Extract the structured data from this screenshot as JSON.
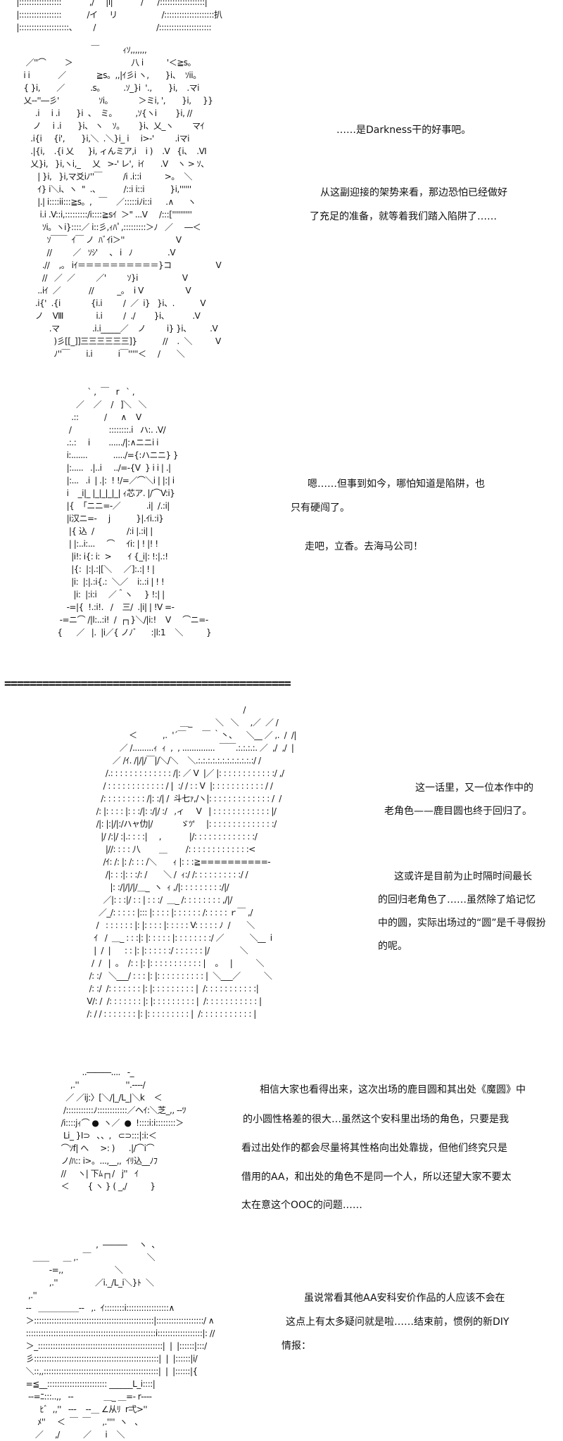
{
  "art_top": [
    " |:::::::::::::::::            ,/     |i|            /      /::::::::::::::::::|",
    " |:::::::::::::::::           /イ     リ                   /::::::::::::::::::::扒",
    " |::::::::::::::::::::、       /                          /:::::::::::::::::::::"
  ],
  "art_darkness": [
    "                              ￣          ｨｿ,,,,,,,",
    "  ／''⌒        ＞                         八 i          '＜≧s。",
    " i i            ／             ≧s。,,|ｲ彡i ヽ,       }i、  ｿii。",
    " { }i,       ／           .s。        .ｿ_}i  '.,       }i,    .マi",
    " 乂‐-''―彡'                 ｿi。           ＞ミi, ',       }i,     }}",
    "      .i     i .i       }i  、  ミ。        ,ｿ{ヽi        }i, //",
    "     ノ     i .i       }i、 ヽ    ｿ。      }i、乂_ヽ        マｲ",
    "    .i{i     {i',       }i,＼  .＼}i_ i     i>‐'         .iマi",
    "    .|{i,    .{i 乂      }i, ィんミア,i    i )    .V   {i、  .Ⅵ",
    "    乂}i,   }i,ヽi,_     乂   >‐' レ',  iｲ       .V    ヽ > ｿ、",
    "       | }i,   }i,マ爻iﾉ''￣         /i .i::i          >。  ＼",
    "       ｲ} i＼i、ヽ  \"  .、          /::i i::i           }i,''''''",
    "       |.| i::::ii:::≧s。,   ￣    ／:::::iﾉi::i      .∧      ヽ",
    "        i.i .V::i,:::::::::/i::::≧sｲ  ＞\" ...V     /:::[''''''''''",
    "         ｿi。ヽi}::::／ i::彡,ｨﾊﾟ,:::::::::＞ﾉ   ／     ―＜",
    "           ｿ￣￣  ｲ￣ ノ  ﾊﾞｲi＞''                      V",
    "           //         ／   ｿｼ'     、 i   ﾉ               .V",
    "         .//    ,。 iｲ＝＝＝＝＝＝＝＝＝＝}コ                   V",
    "         //   ／  ／         ／'         ｿ}i                   V",
    "       ..iｲ  ／            //          _。  i V                  V",
    "      .i{'  .{i             {i.i         /  ／  i}   }i、.           V",
    "      ノ    Ⅷ              i.i         /  ./        }i、          .V",
    "            .マ              .i.i_____／    ノ         i} }i、        .V",
    "              )彡[[_]]三三三三三三]}           //    .  ＼          V",
    "              ﾉ''￣       i.i           i￣'''''＜     /       ＼"
  ],
  "art_rikka": [
    "              ` ,  ￣   r   ` ,",
    "         ／    ／    /   ]＼   ＼",
    "       .::           /      ∧    V",
    "      /                ::::::::.i   ハ:. .V/",
    "     .:.:     i        ....../|:∧ニニi i",
    "     i:.......           ...../={:ハニニ} }",
    "     |:.....   .|..i     ../=-{V  } i i | .|",
    "     |:...   .i  | .|:  ! !/=／⌒＼i | |:| i",
    "     i    _i|_ |_|_|_|_| ｨ芯ア. |/⌒V:i}",
    "     |{  「ニニ=-／           .i|  /.:i|",
    "     |i汉ニ=-     j           }|.ｲi.:i}",
    "      |{ 込  /              /:i |.:i| |",
    "      | |:..i:...     ⌒     ｲi: | ! |! !",
    "       |i!: i{: i:  >       ｲ {_i|: !:|.:!",
    "       |{:  |:|.:|[＼     ／]:.:| ! |",
    "       |i:  |:|.:i{.:  ＼／    i:.:i | ! !",
    "        |i:  |:i:i     ／＾ヽ     } !:| |",
    "     -=|{  !.:i!.   /    三/  .|i| | !V =-",
    "  -=ニ⌒ /|l:..:i!  /  ┌┐}＼/|i:!    V     ⌒ニ=-",
    " {      ／   |.  |i／{ ノﾉﾞ      :|l:1    ＼          }"
  ],
  "separator": "=============================================",
  "art_madoka": [
    "                                                                    /",
    "                                         ＿_          ＼   ＼     ,／  ／ /",
    "                   ＜           ,.  '´￣       ￣ ｀丶、    ＼__ ／ ,.  /  /|",
    "               ／ /.........ｨ  ｨ  ,  , ..............  ￣￣.:.:.:.:. ／  ,/  ,/  |",
    "            ／ /ｲ. /|/|/￣|/＼/＼    ＼.:.:.:.:.:.:.:.:.:.:.:.:/ /",
    "         /.: : : : : : : : : : : : : /|: ／ V  |／ |: : : : : : : : : : : :/ ,/",
    "        / : : : : : : : : : : : : / |  :/ / : : V  |: : : : : : : : : : : / /",
    "       /: : : : : : : : : /|: :/| /  斗七ｧ,/ヽ|: : : : : : : : : : : : : /  /",
    "     /: |: : : : |: : :/|: :/|/ :/   ,ィ     V   | : : : : : : : : : : : : |/",
    "     /|: |:|/|:/ハャ仂|/            ゞﾂ'     |: : : : : : : : : : : : : :/",
    "       |/ /:|/ :|.: : : :|     ,            |/: : : : : : : : : : : : :/",
    "         |//: : : : 八        ＿        /: : : : : : : : : : : : :<",
    "        /ｲ: /: |: /: : : /＼       ｨ |: : :≧==========-",
    "         /|: : :|: : :/: /       ＼ /  ｨ:/ /: : : : : : : : : :/ /",
    "           |: :/|/|/|/＿_  ヽ  ｨ ,/|: : : : : : : : :/|/",
    "        ／|: : :|/ : : | : : :/  ＿_ /: : : : : : : : ,/|/",
    "      ／_/: : : : : |::: |: : : : |: : : : : : /: : : : : ｒ￣ ,/",
    "     /   : : : : : : |: |: : : : |: : : : : V: : : : : ﾉ  /       ＼",
    "    ｲ   /  ＿_ : : :|: |: : : : : |: : : : : : : :/ ／           ＼__  i",
    "    |  /  |      : : |: |: : : : : :/ : : : : : : |/             ＼",
    "   /  /   |  。  /: : |: |: : : : : : : : : : : |    。   |          ＼",
    "  /: :/   ＼___/ : : : |: |: : : : : : : : : : |  ＼___／          ＼",
    "  /: :/  /: : : : : : : |: |: : : : : : : : : |  /: : : : : : : : : : :|",
    " V/: /  /: : : : : : : |: |: : : : : : : : : |  /: : : : : : : : : : : |",
    " /: / / : : : : : : : |: |: : : : : : : : : |  /: : : : : : : : : : : |"
  ],
  "art_madoka_small": [
    "           ..―――....   ‐_",
    "      ,.''                    ''.‐‐‐‐/",
    "    ／ ／ij:〉[＼/|_/L_|＼k    ＜",
    "   /:::::::::::ﾉ::::::::::::／ヘｲ:＼芝_,, ‐‐ﾂ",
    "  /i::::jｨ⌒ ●  ヽ／  ●  !::::i:i::::::::＞",
    "   Li_ }I⊃   ､、,   ⊂⊃:::|:i:＜",
    "  ⌒ｿf| へ     >: )      .|/⌒i⌒",
    "  ノ/ﾊ:: i>。...,__,,  ｲﾘ込__ﾉﾌ",
    "  //     ヽ| 下ﾑ┌┐/   j''   ｲ",
    "  ＜        { ヽ } ( _,/          }"
  ],
  "art_bottom": [
    "                                ,  ―――     ヽ  、",
    "     ＿＿      ＿ ,.  ￣                        ＼",
    "            ‐=,,                      ＼",
    "            ,.''                ／i._/L_i＼}ﾄ  ＼",
    "   ,.''",
    "  ‐‐   ＿＿＿＿＿‐‐   ,.  ｲ::::::::i:::::::::::::::::∧",
    "  ＞::::::::::::::::::::::::::::::::::::::::::::::::|:::::::::::::::::::/ ∧",
    "  ::::::::::::::::::::::::::::::::::::::::::::::::::::i::::::::::::::::::|: //",
    "  ＞_::::::::::::::::::::::::::::::::::::::::::::::::::|  |  |::::::|:::/",
    "  彡::::::::::::::::::::::::::::::::::::::::::::::::::|  |  |::::::|i/",
    "  ＼::,,::::::::::::::::::::::::::::::::::::::::::::::|  |  |::::::|{",
    "  =≦__:::::::::::::::::::::::: ______L_i::::|",
    "   ‐‐=ﾆ:::..,,   ‐‐             ＿_ ＿=‐ r‐‐‐‐",
    "        ﾋﾞ  ,,''   ‐‐‐    ‐‐＿ ∠从ﾘ  r弌>''",
    "       ﾒ''     ＜  ￣  ￣     ,.''''  ヽ   、",
    "      ／     ,/          ／      i    ＼"
  ],
  "captions": {
    "darkness": "……是Darkness干的好事吧。",
    "ready_1": "从这副迎接的架势来看，那边恐怕已经做好",
    "ready_2": "了充足的准备，就等着我们踏入陷阱了……",
    "trap_1": "嗯……但事到如今，哪怕知道是陷阱，也",
    "trap_2": "只有硬闯了。",
    "go": "走吧，立香。去海马公司！",
    "return_1": "这一话里，又一位本作中的",
    "return_2": "老角色——鹿目圆也终于回归了。",
    "longest_1": "这或许是目前为止时隔时间最长",
    "longest_2": "的回归老角色了……虽然除了焰记忆",
    "longest_3": "中的圆，实际出场过的“圆”是千寻假扮",
    "longest_4": "的呢。",
    "ooc_1": "相信大家也看得出来，这次出场的鹿目圆和其出处《魔圆》中",
    "ooc_2": "的小圆性格差的很大…虽然这个安科里出场的角色，只要是我",
    "ooc_3": "看过出处作的都会尽量将其性格向出处靠拢，但他们终究只是",
    "ooc_4": "借用的AA，和出处的角色不是同一个人，所以还望大家不要太",
    "ooc_5": "太在意这个OOC的问题……",
    "diy_1": "虽说常看其他AA安科安价作品的人应该不会在",
    "diy_2": "这点上有太多疑问就是啦……结束前，惯例的新DIY",
    "diy_3": "情报："
  }
}
